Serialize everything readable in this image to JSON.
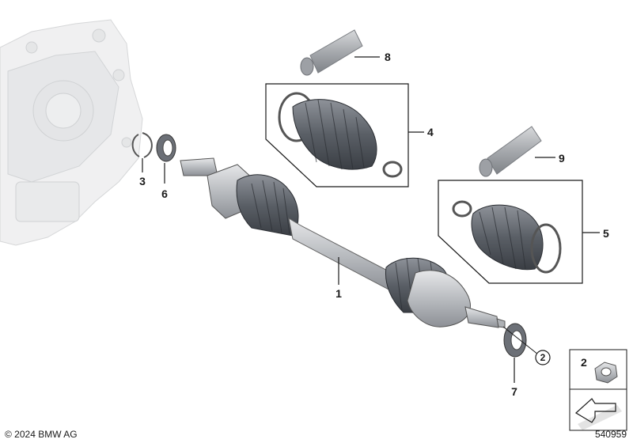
{
  "copyright": "© 2024 BMW AG",
  "diagram_number": "540959",
  "callouts": {
    "drive_shaft": "1",
    "nut": "2",
    "nut_circled": "2",
    "circlip": "3",
    "boot_kit_inner": "4",
    "boot_kit_outer": "5",
    "seal_ring_gearbox": "6",
    "seal_ring_hub": "7",
    "grease_tube_inner": "8",
    "grease_tube_outer": "9"
  }
}
